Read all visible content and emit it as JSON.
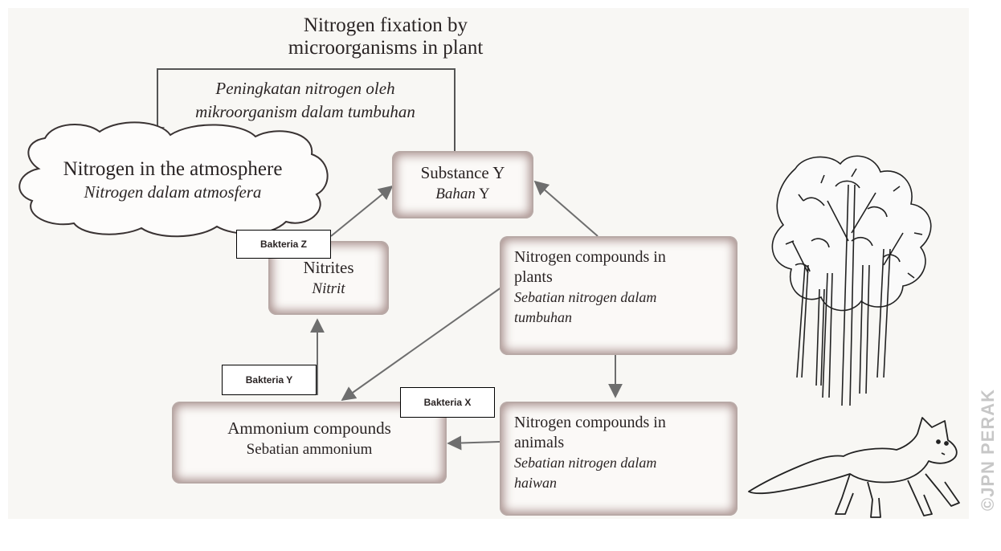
{
  "diagram": {
    "top_label": {
      "en": "Nitrogen fixation by\nmicroorganisms in plant",
      "my": "Peningkatan nitrogen oleh\nmikroorganism dalam tumbuhan"
    },
    "atmosphere": {
      "en": "Nitrogen in the atmosphere",
      "my": "Nitrogen dalam atmosfera"
    },
    "substance_y": {
      "en": "Substance Y",
      "my_italic": "Bahan",
      "my_rest": " Y"
    },
    "nitrites": {
      "en": "Nitrites",
      "my": "Nitrit"
    },
    "plants": {
      "en": "Nitrogen compounds in\nplants",
      "my": "Sebatian nitrogen dalam\ntumbuhan"
    },
    "ammonium": {
      "en": "Ammonium compounds",
      "my": "Sebatian ammonium"
    },
    "animals": {
      "en": "Nitrogen compounds in\nanimals",
      "my": "Sebatian nitrogen dalam\nhaiwan"
    },
    "bacteria_labels": {
      "z": "Bakteria Z",
      "y": "Bakteria Y",
      "x": "Bakteria X"
    },
    "illustrations": [
      "trees-illustration",
      "fox-illustration"
    ]
  },
  "watermark": "©JPN PERAK",
  "colors": {
    "box_glow": "#a8908d",
    "line": "#6e6e6e",
    "ink": "#2a2424"
  }
}
